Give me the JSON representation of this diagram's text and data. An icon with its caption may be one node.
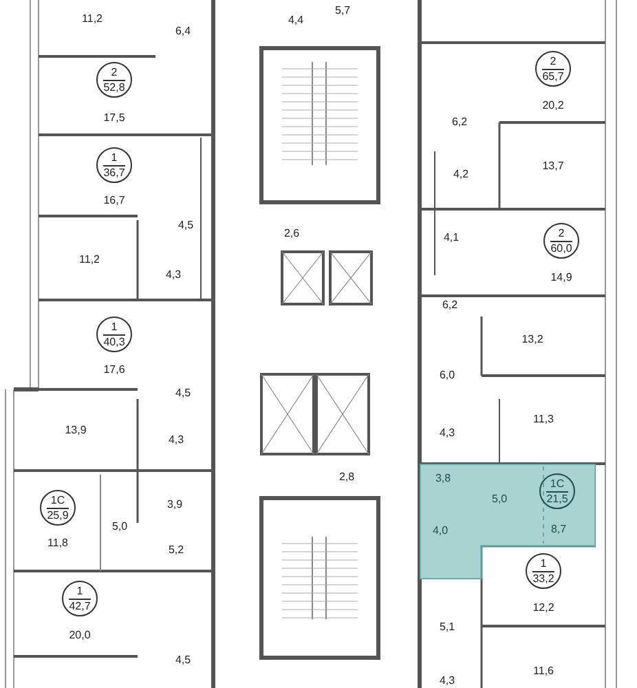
{
  "diagram": {
    "nodes": [
      {
        "text": [
          "2",
          "52,8"
        ]
      },
      {
        "text": [
          "1",
          "36,7"
        ]
      },
      {
        "text": [
          "1",
          "40,3"
        ]
      },
      {
        "text": [
          "1C",
          "25,9"
        ]
      },
      {
        "text": [
          "1",
          "42,7"
        ]
      },
      {
        "text": [
          "2",
          "65,7"
        ]
      },
      {
        "text": [
          "2",
          "60,0"
        ]
      },
      {
        "text": [
          "3,8",
          "5,0",
          "4,0",
          "8,7"
        ]
      },
      {
        "text": [
          "1C",
          "21,5"
        ],
        "in": 7
      },
      {
        "text": [
          "1",
          "33,2"
        ]
      }
    ],
    "labels": [
      "11,2",
      "6,4",
      "17,5",
      "16,7",
      "4,5",
      "11,2",
      "4,3",
      "17,6",
      "4,5",
      "13,9",
      "4,3",
      "3,9",
      "5,0",
      "11,8",
      "5,2",
      "20,0",
      "4,5",
      "4,4",
      "5,7",
      "2,6",
      "2,8",
      "20,2",
      "6,2",
      "13,7",
      "4,2",
      "4,1",
      "14,9",
      "6,2",
      "13,2",
      "6,0",
      "11,3",
      "4,3",
      "12,2",
      "5,1",
      "11,6",
      "4,3"
    ]
  }
}
